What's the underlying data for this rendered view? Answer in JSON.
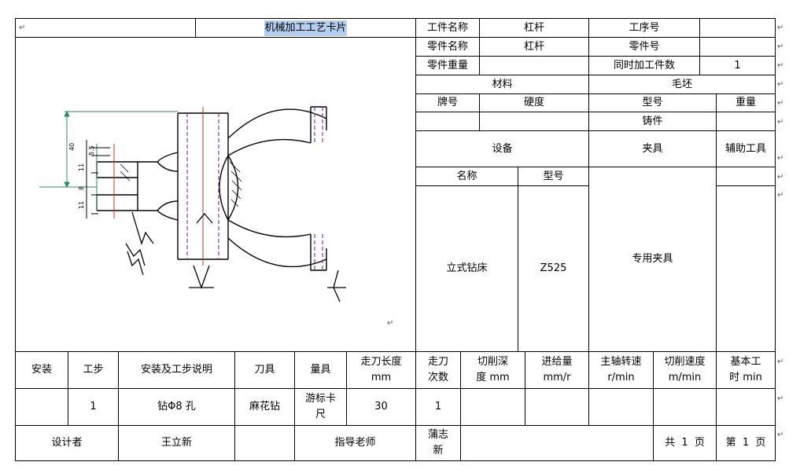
{
  "header": {
    "title": "机械加工工艺卡片",
    "workpiece_name_label": "工件名称",
    "workpiece_name": "杠杆",
    "process_no_label": "工序号",
    "process_no": "",
    "part_name_label": "零件名称",
    "part_name": "杠杆",
    "station_label": "零件号",
    "station_value": "",
    "part_weight_label": "零件重量",
    "part_weight": "",
    "simultaneous_label": "同时加工件数",
    "simultaneous_value": "1"
  },
  "material": {
    "section_label": "材料",
    "grade_label": "牌号",
    "hardness_label": "硬度",
    "grade_value": "",
    "hardness_value": ""
  },
  "blank": {
    "section_label": "毛坯",
    "type_label": "型号",
    "weight_label": "重量",
    "type_value": "铸件",
    "weight_value": ""
  },
  "equipment": {
    "label": "设备",
    "name_label": "名称",
    "model_label": "型号",
    "name": "立式钻床",
    "model": "Z525"
  },
  "fixture": {
    "label": "夹具",
    "value": "专用夹具"
  },
  "aux_tool": {
    "label": "辅助工具",
    "value": ""
  },
  "drawing": {
    "dim_40": "40",
    "dim_5_5": "5.5",
    "dim_11_a": "11",
    "dim_8": "8",
    "dim_11_b": "11"
  },
  "ops_table": {
    "headers": [
      "安装",
      "工步",
      "安装及工步说明",
      "刀具",
      "量具",
      "走刀长度\nmm",
      "走刀\n次数",
      "切削深\n度 mm",
      "进给量\nmm/r",
      "主轴转速\nr/min",
      "切削速度\nm/min",
      "基本工\n时 min"
    ],
    "row": [
      "",
      "1",
      "钻Φ8 孔",
      "麻花钻",
      "游标卡\n尺",
      "30",
      "1",
      "",
      "",
      "",
      "",
      ""
    ]
  },
  "footer": {
    "designer_label": "设计者",
    "designer": "王立新",
    "advisor_label": "指导老师",
    "advisor": "蒲志\n新",
    "total_pages": "共  1  页",
    "page_no": "第  1  页"
  }
}
